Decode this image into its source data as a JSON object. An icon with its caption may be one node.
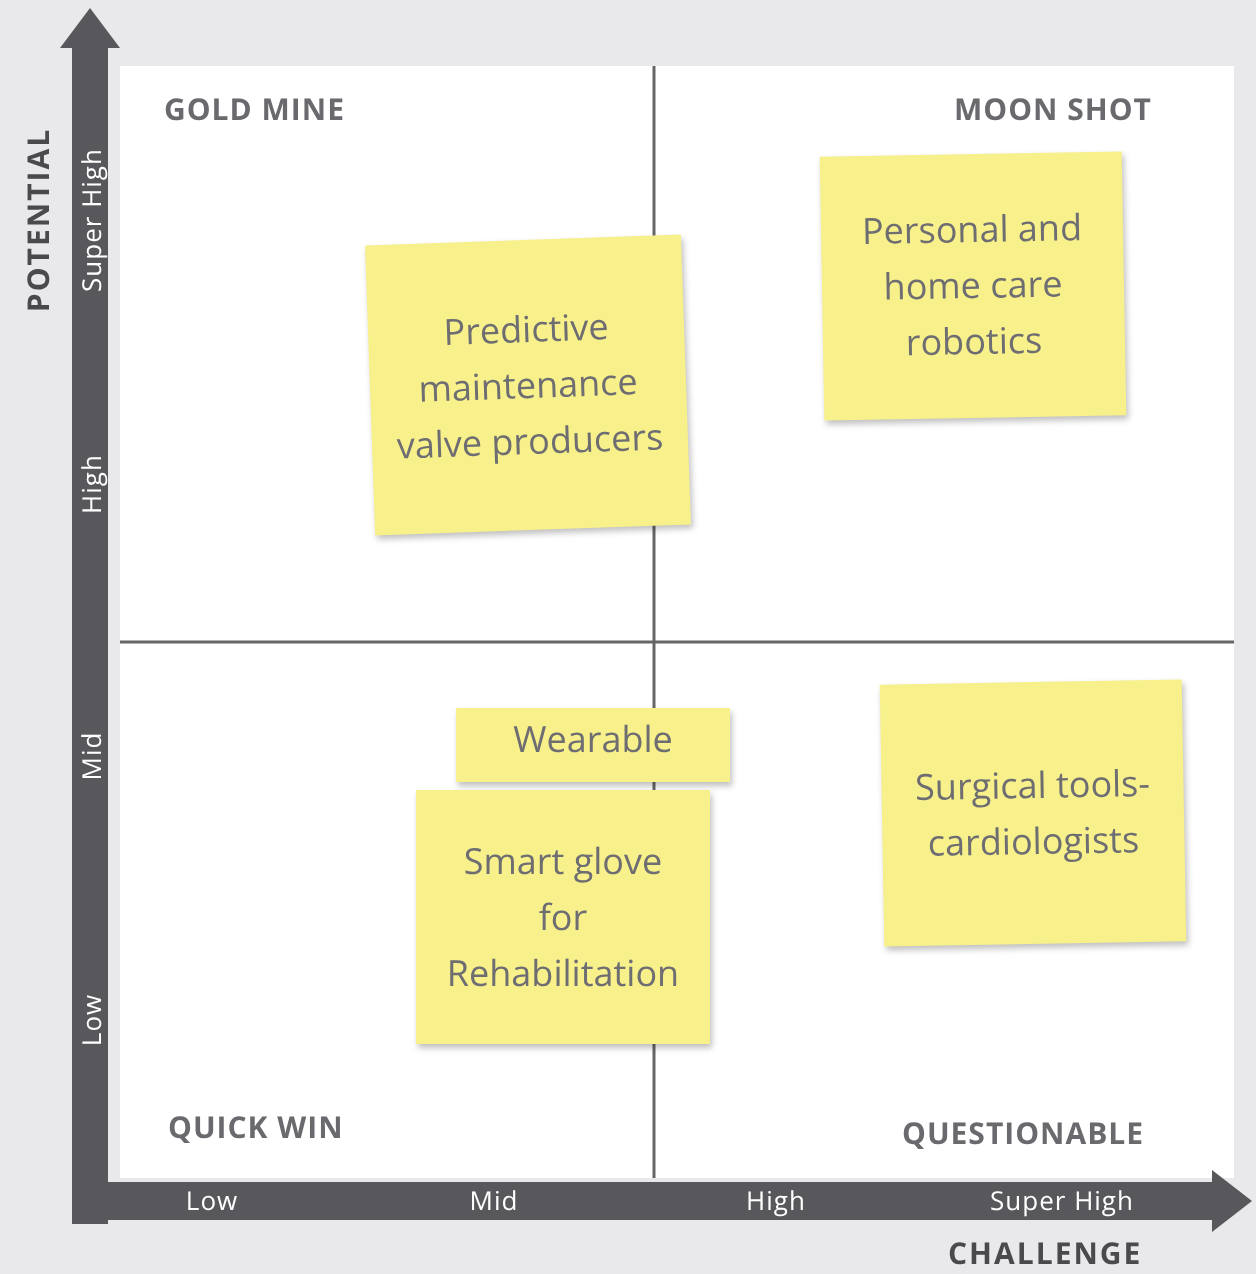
{
  "diagram": {
    "nodes": [
      {
        "text": [
          "Predictive maintenance valve producers"
        ]
      },
      {
        "text": [
          "Personal and home care robotics"
        ]
      },
      {
        "text": [
          "Wearable"
        ]
      },
      {
        "text": [
          "Smart glove for Rehabilitation"
        ]
      },
      {
        "text": [
          "Surgical tools- cardiologists"
        ]
      }
    ],
    "labels": [
      "POTENTIAL",
      "GOLD MINE",
      "MOON SHOT",
      "Super High",
      "High",
      "Mid",
      "Low",
      "QUICK WIN",
      "QUESTIONABLE",
      "Low",
      "Mid",
      "High",
      "Super High",
      "CHALLENGE"
    ]
  }
}
